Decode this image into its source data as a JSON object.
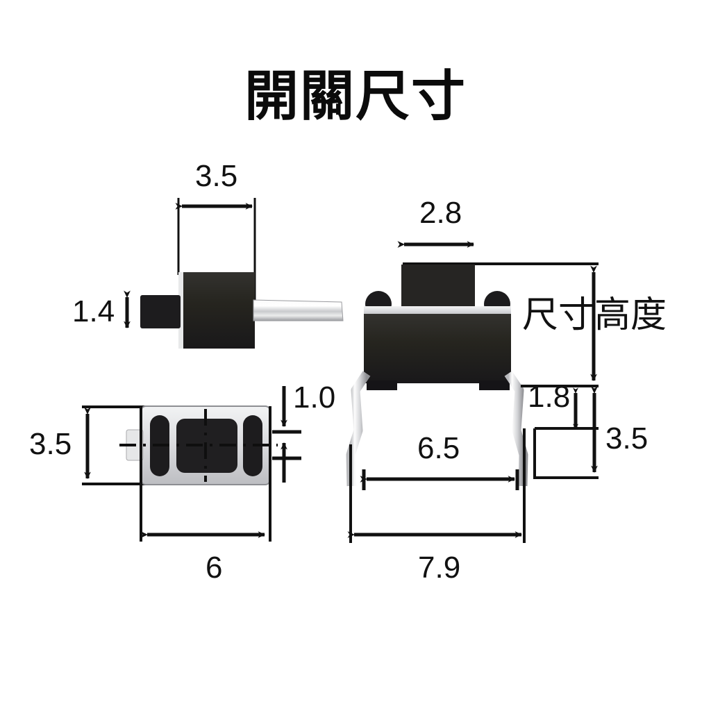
{
  "page": {
    "title": "開關尺寸",
    "background_color": "#ffffff",
    "ink_color": "#111111",
    "body_color": "#232323",
    "metal_color": "#d9dade"
  },
  "views": {
    "top_left": {
      "name": "SMD switch side view",
      "dims": {
        "width": "3.5",
        "height": "1.4"
      }
    },
    "top_right": {
      "name": "THT tactile switch front view",
      "dims": {
        "cap_width": "2.8",
        "height_note": "尺寸高度",
        "lead_bend": "1.8",
        "lead_total": "3.5"
      }
    },
    "bottom_left": {
      "name": "SMD switch top view",
      "dims": {
        "body_height": "3.5",
        "body_width": "6",
        "pad_gap": "1.0"
      }
    },
    "bottom_right": {
      "name": "THT tactile switch lead span",
      "dims": {
        "pin_pitch": "6.5",
        "overall_width": "7.9"
      }
    }
  },
  "labels": [
    {
      "id": "d_3_5_top",
      "text": "3.5"
    },
    {
      "id": "d_1_4",
      "text": "1.4"
    },
    {
      "id": "d_2_8",
      "text": "2.8"
    },
    {
      "id": "d_height_cn",
      "text": "尺寸高度"
    },
    {
      "id": "d_1_8",
      "text": "1.8"
    },
    {
      "id": "d_3_5_right",
      "text": "3.5"
    },
    {
      "id": "d_3_5_left",
      "text": "3.5"
    },
    {
      "id": "d_1_0",
      "text": "1.0"
    },
    {
      "id": "d_6",
      "text": "6"
    },
    {
      "id": "d_6_5",
      "text": "6.5"
    },
    {
      "id": "d_7_9",
      "text": "7.9"
    }
  ]
}
